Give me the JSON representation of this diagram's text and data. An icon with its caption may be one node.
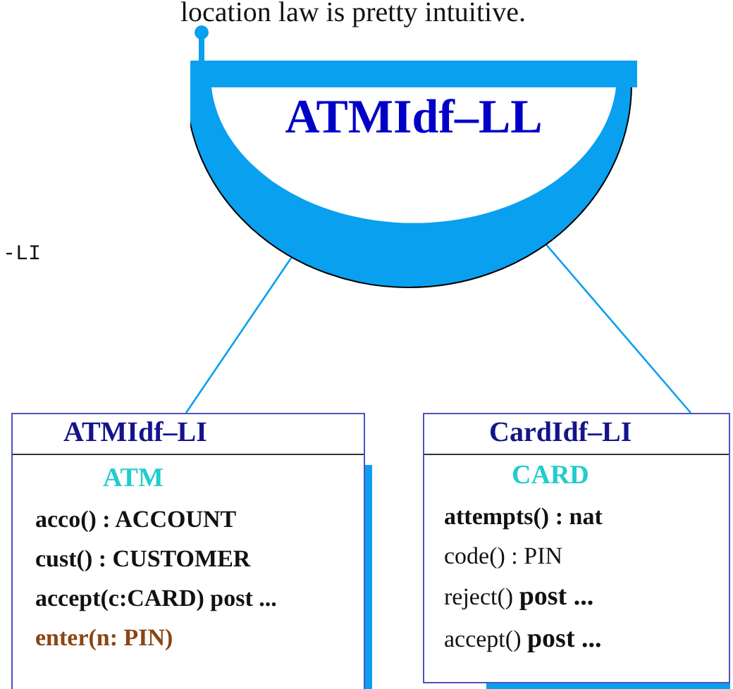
{
  "diagram": {
    "nodes": [
      {
        "text": [
          "ATMIdf–LL"
        ]
      },
      {
        "text": [
          "ATMIdf–LI",
          "ATM",
          "acco() : ACCOUNT",
          "cust() : CUSTOMER",
          "accept(c:CARD)  post ...",
          "enter(n: PIN)"
        ]
      },
      {
        "text": [
          "CardIdf–LI",
          "CARD",
          "attempts() : nat",
          "code() : PIN",
          "reject()  **post ...**",
          "accept()  **post ...**"
        ]
      }
    ],
    "edges": [
      {
        "from": 0,
        "to": 1,
        "arrow": "none",
        "color": "#0aa0f0"
      },
      {
        "from": 0,
        "to": 2,
        "arrow": "none",
        "color": "#0aa0f0"
      }
    ],
    "labels": [
      "location law is pretty intuitive.",
      "-LI"
    ]
  }
}
